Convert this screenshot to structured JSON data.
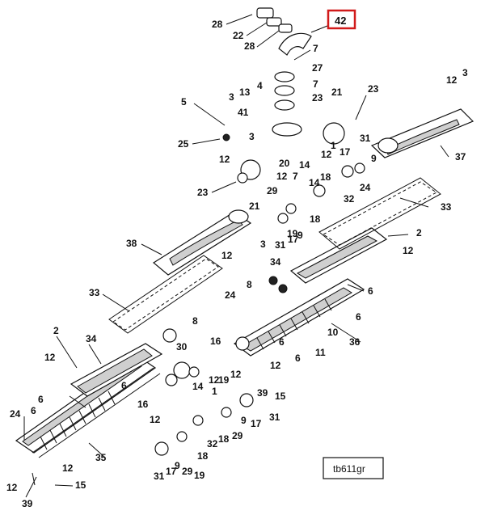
{
  "highlight_label": "42",
  "drawing_code": "tb611gr",
  "callouts": {
    "top": [
      "28",
      "22",
      "28",
      "7",
      "27",
      "7",
      "21",
      "23",
      "23",
      "4",
      "13",
      "3",
      "41",
      "5",
      "25",
      "12",
      "3",
      "20",
      "23",
      "21",
      "3",
      "12",
      "37",
      "1",
      "12",
      "14",
      "17",
      "31",
      "9",
      "18",
      "24",
      "14",
      "12",
      "7",
      "29",
      "32",
      "19",
      "18",
      "17",
      "31",
      "9",
      "33",
      "2",
      "12",
      "38",
      "12",
      "3",
      "34",
      "8",
      "6",
      "33",
      "24",
      "6",
      "36",
      "10",
      "11",
      "6",
      "6",
      "12",
      "15",
      "2",
      "34",
      "12",
      "8",
      "30",
      "16",
      "6",
      "16",
      "14",
      "12",
      "19",
      "1",
      "39",
      "12",
      "31",
      "9",
      "17",
      "29",
      "32",
      "18",
      "12",
      "31",
      "17",
      "9",
      "29",
      "19",
      "18",
      "24",
      "6",
      "6",
      "35",
      "12",
      "12",
      "15",
      "39"
    ]
  }
}
